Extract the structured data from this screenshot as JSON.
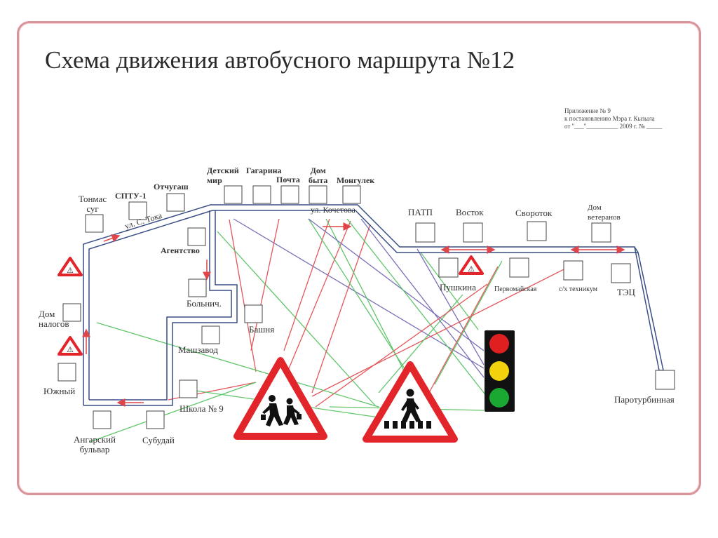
{
  "title": "Схема движения автобусного маршрута №12",
  "appendix": {
    "line1": "Приложение № 9",
    "line2": "к постановлению Мэра г. Кызыла",
    "line3": "от \"___\"__________ 2009 г. № _____"
  },
  "streets": {
    "toka": "ул. С. Тока",
    "kochetova": "ул. Кочетова"
  },
  "stops": {
    "tonmas_1": "Тонмас",
    "tonmas_2": "суг",
    "sptu": "СПТУ-1",
    "otchugash": "Отчугаш",
    "detsky_1": "Детский",
    "detsky_2": "мир",
    "gagarina": "Гагарина",
    "pochta": "Почта",
    "dom_byta_1": "Дом",
    "dom_byta_2": "быта",
    "mongulek": "Монгулек",
    "agentstvo": "Агентство",
    "bolnich": "Больнич.",
    "bashnya": "Башня",
    "mashzavod": "Машзавод",
    "shkola9": "Школа № 9",
    "dom_nalogov_1": "Дом",
    "dom_nalogov_2": "налогов",
    "yuzhny": "Южный",
    "angarsky_1": "Ангарский",
    "angarsky_2": "бульвар",
    "subudai": "Субудай",
    "patp": "ПАТП",
    "vostok": "Восток",
    "svorotok": "Свороток",
    "dom_veteranov_1": "Дом",
    "dom_veteranov_2": "ветеранов",
    "pushkina": "Пушкина",
    "pervomaiskaya": "Первомайская",
    "sh_tekhnikum": "с/х техникум",
    "tec": "ТЭЦ",
    "paroturbinnaya": "Паротурбинная"
  },
  "icons": {
    "warning_sign": "warning-triangle-icon",
    "children_sign": "children-crossing-sign-icon",
    "pedestrian_sign": "pedestrian-crossing-sign-icon",
    "traffic_light": "traffic-light-icon"
  },
  "colors": {
    "route": "#3a4f86",
    "arrow": "#e0454a",
    "frame": "#d9939b",
    "sign_red": "#e2252b",
    "line_green": "#4fbf5a",
    "line_purple": "#6a60b0",
    "line_red": "#e0454a"
  }
}
